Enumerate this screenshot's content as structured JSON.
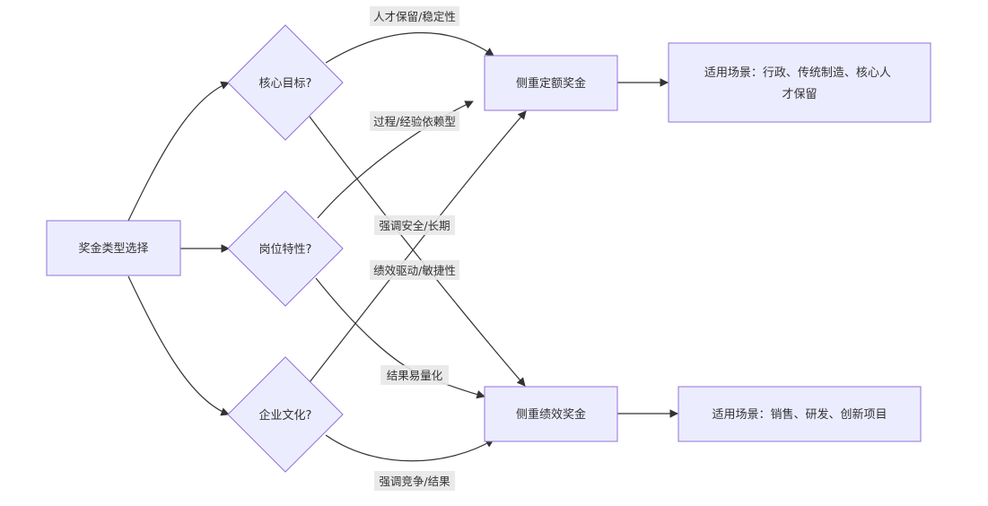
{
  "nodes": {
    "start": "奖金类型选择",
    "q_goal": "核心目标?",
    "q_position": "岗位特性?",
    "q_culture": "企业文化?",
    "fixed_bonus": "侧重定额奖金",
    "perf_bonus": "侧重绩效奖金",
    "fixed_scene": "适用场景：行政、传统制造、核心人才保留",
    "perf_scene": "适用场景：销售、研发、创新项目"
  },
  "edge_labels": {
    "goal_to_fixed": "人才保留/稳定性",
    "position_to_fixed": "过程/经验依赖型",
    "culture_to_fixed": "强调安全/长期",
    "goal_to_perf": "绩效驱动/敏捷性",
    "position_to_perf": "结果易量化",
    "culture_to_perf": "强调竞争/结果"
  }
}
